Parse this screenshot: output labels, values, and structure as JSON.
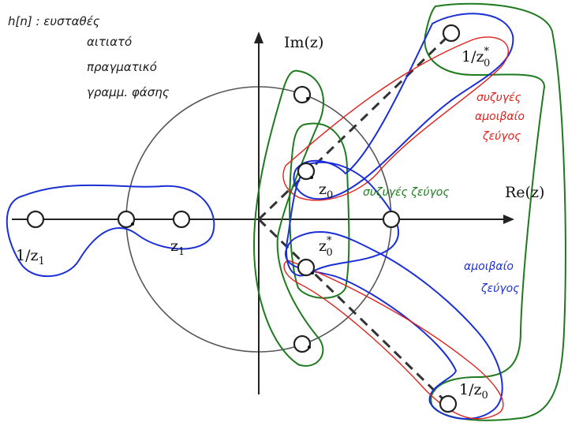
{
  "annotations": {
    "top_left": {
      "line1": "h[n] :  ευσταθές",
      "line2": "αιτιατό",
      "line3": "πραγματικό",
      "line4": "γραμμ. φάσης"
    },
    "red_note": {
      "line1": "συζυγές",
      "line2": "αμοιβαίο",
      "line3": "ζεύγος"
    },
    "green_note": {
      "text": "συζυγές ζεύγος"
    },
    "blue_note": {
      "line1": "αμοιβαίο",
      "line2": "ζεύγος"
    }
  },
  "labels": {
    "im_axis": "Im(z)",
    "re_axis": "Re(z)",
    "z1": "z",
    "z1_sub": "1",
    "inv_z1": "1/z",
    "inv_z1_sub": "1",
    "z0": "z",
    "z0_sub": "0",
    "z0_conj": "z",
    "z0_conj_sup": "*",
    "z0_conj_sub": "0",
    "inv_z0": "1/z",
    "inv_z0_sub": "0",
    "inv_z0_conj": "1/z",
    "inv_z0_conj_sup": "*",
    "inv_z0_conj_sub": "0"
  },
  "colors": {
    "blue": "#1b2fd6",
    "green": "#1f7a1f",
    "red": "#e0201c"
  }
}
